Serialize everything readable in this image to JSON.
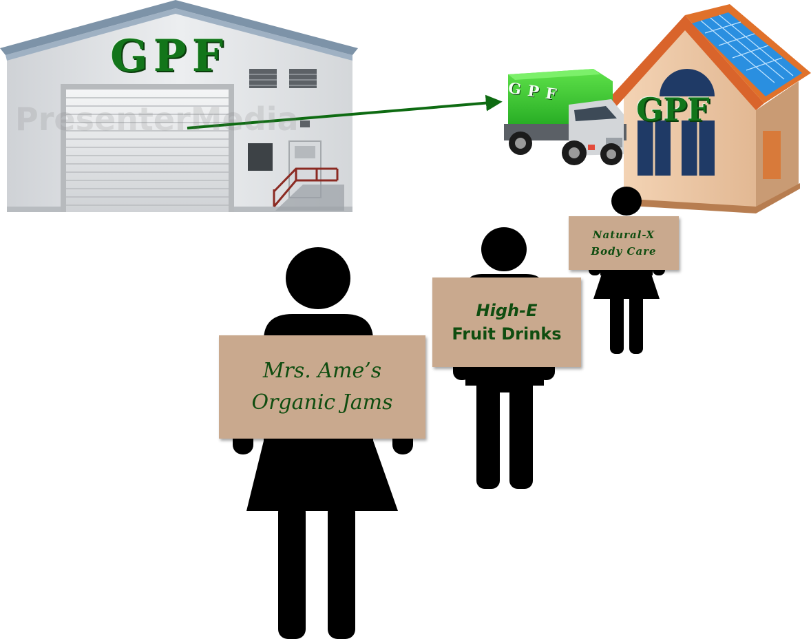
{
  "warehouse": {
    "label": "GPF",
    "watermark": "PresenterMedia"
  },
  "truck": {
    "label": "G P F"
  },
  "house": {
    "label": "GPF"
  },
  "people": [
    {
      "sign_lines": [
        "Mrs. Ame’s",
        "Organic Jams"
      ]
    },
    {
      "sign_lines": [
        "High-E",
        "Fruit Drinks"
      ]
    },
    {
      "sign_lines": [
        "Natural-X",
        "Body Care"
      ]
    }
  ],
  "colors": {
    "brand_green": "#12751a",
    "arrow_green": "#0e6b12",
    "sign_tan": "#c9a98e",
    "sign_text": "#0f4d10",
    "silhouette": "#000000",
    "truck_box": "#3fcf2f",
    "roof_orange": "#e0712a",
    "solar_blue": "#2a8fe0"
  },
  "icons": {
    "warehouse": "warehouse-icon",
    "truck": "delivery-truck-icon",
    "house": "house-icon",
    "person": "person-silhouette-icon"
  }
}
